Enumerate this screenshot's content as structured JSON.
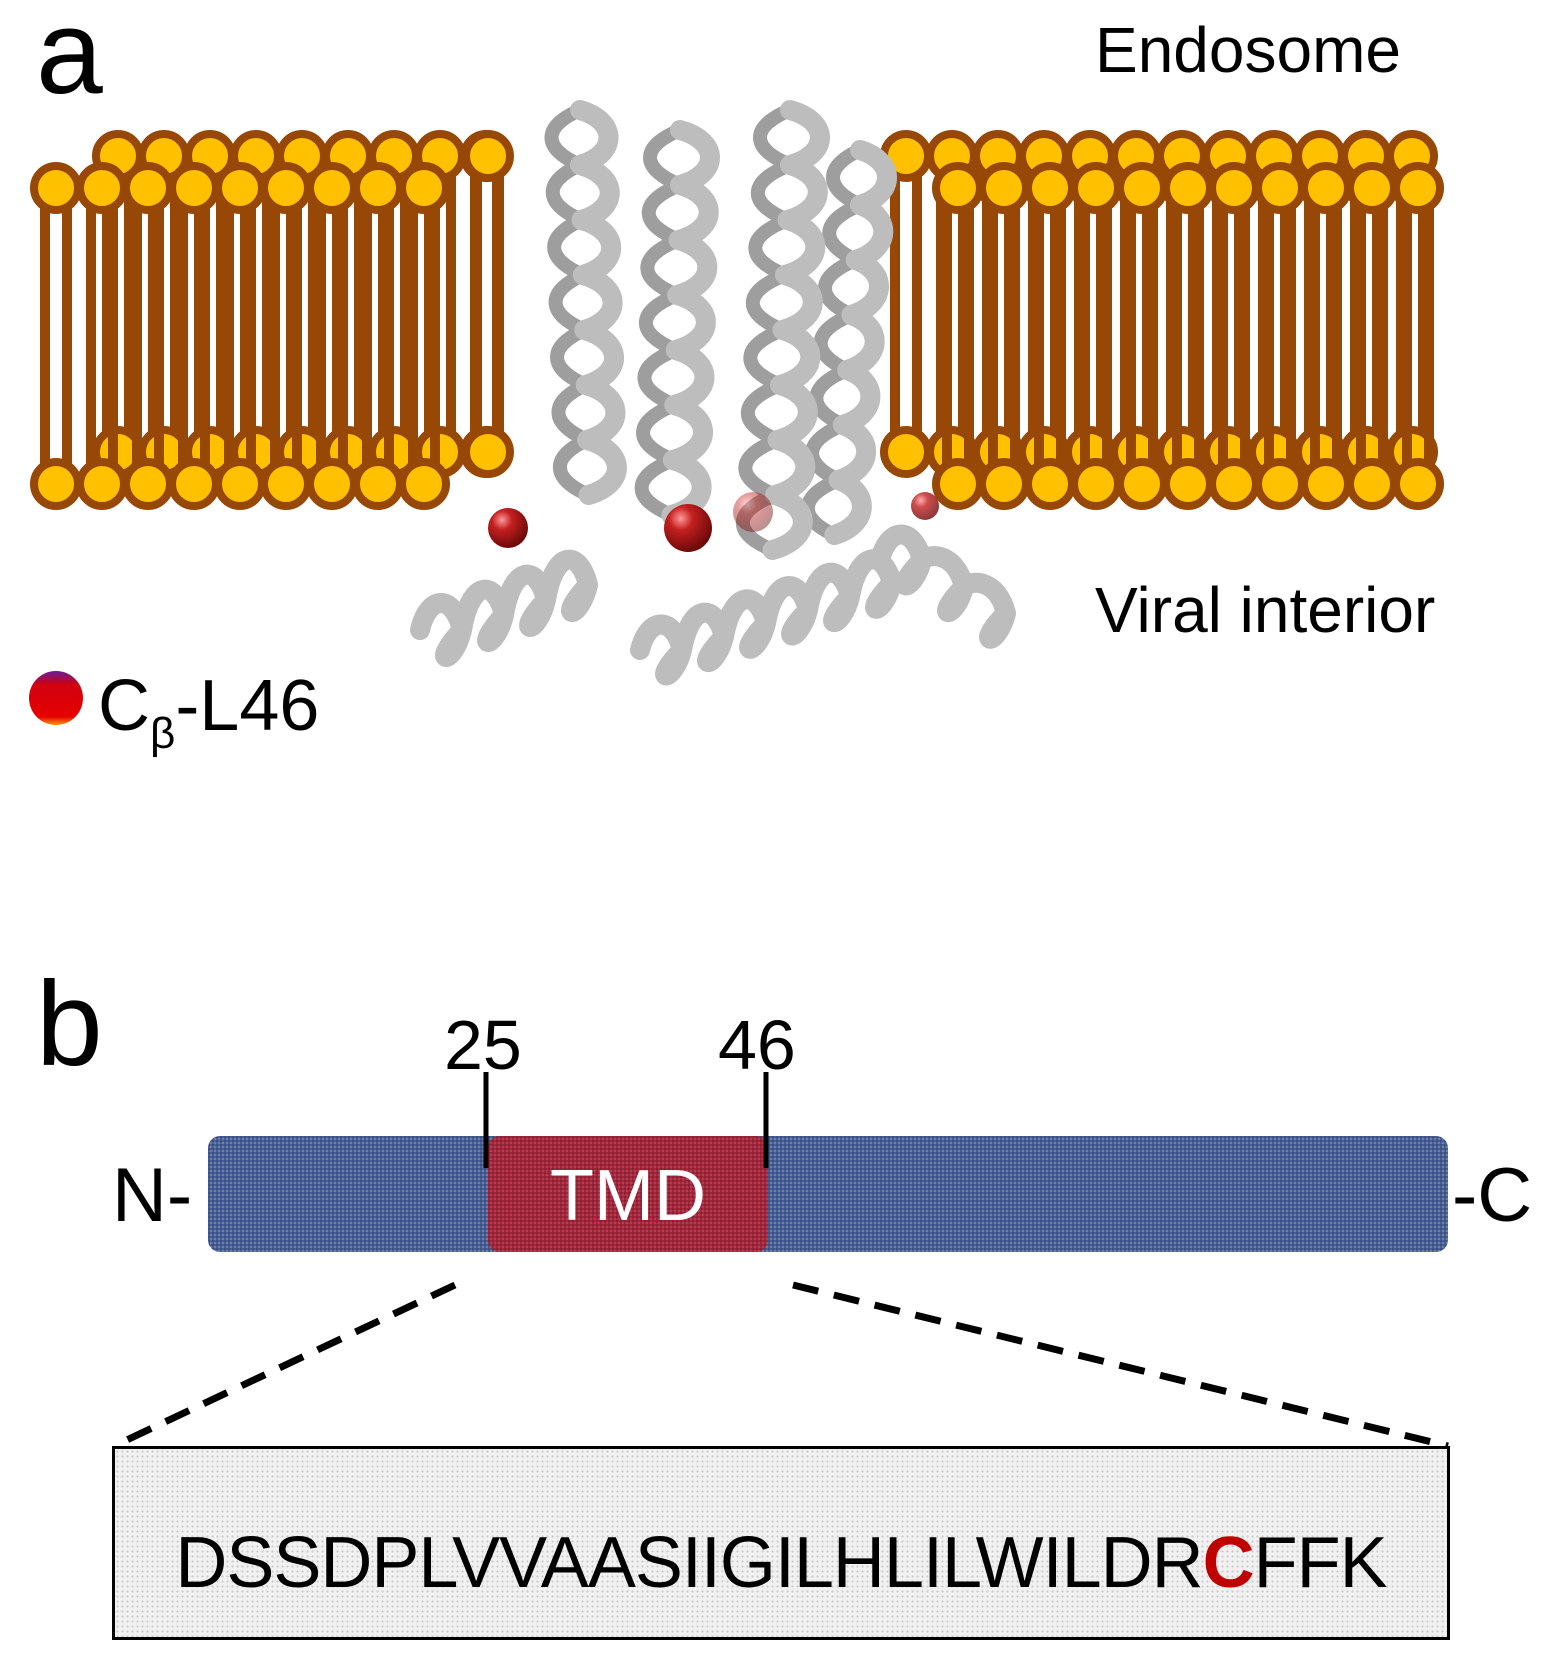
{
  "panel_a": {
    "label": "a",
    "top_region": "Endosome",
    "bottom_region": "Viral interior",
    "legend": {
      "marker_name": "Cβ-L46 sphere",
      "text_main": "C",
      "text_sub": "β",
      "text_rest": "-L46"
    },
    "colors": {
      "lipid_head_fill": "#ffc000",
      "lipid_outline": "#974806",
      "protein_ribbon": "#c8c8c8",
      "residue_sphere": "#b01818"
    }
  },
  "panel_b": {
    "label": "b",
    "n_terminus": "N-",
    "c_terminus": "-C",
    "domain_label": "TMD",
    "tmd_start": "25",
    "tmd_end": "46",
    "sequence_before": "DSSDPLVVAASIIGILHLILWILDR",
    "sequence_highlight": "C",
    "sequence_after": "FFK",
    "colors": {
      "protein_bar": "#4a5f91",
      "tmd": "#a0283c",
      "highlight": "#c00000"
    }
  }
}
